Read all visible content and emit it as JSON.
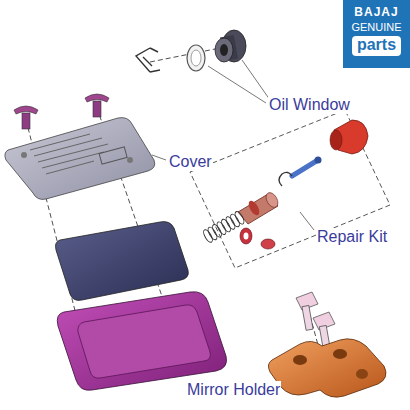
{
  "diagram": {
    "nodes": [
      {
        "text": [
          "BAJAJ",
          "GENUINE",
          "parts"
        ]
      }
    ],
    "labels": [
      "Oil Window",
      "Cover",
      "Repair Kit",
      "Mirror Holder"
    ]
  }
}
